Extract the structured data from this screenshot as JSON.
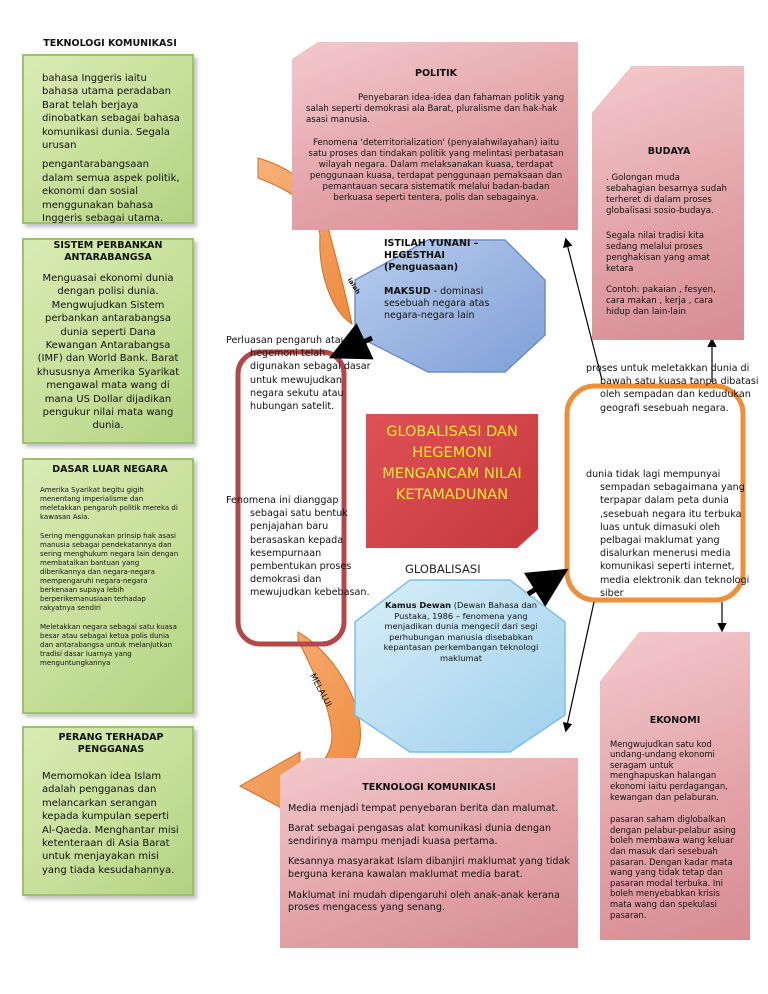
{
  "left": {
    "tech": {
      "title": "TEKNOLOGI KOMUNIKASI",
      "p1": "bahasa Inggeris iaitu bahasa utama peradaban Barat telah berjaya dinobatkan sebagai bahasa komunikasi dunia. Segala urusan",
      "p2": "pengantarabangsaan dalam semua aspek politik, ekonomi dan sosial menggunakan bahasa Inggeris sebagai utama."
    },
    "bank": {
      "title": "SISTEM PERBANKAN ANTARABANGSA",
      "body": "Menguasai ekonomi dunia dengan polisi dunia. Mengwujudkan Sistem perbankan antarabangsa dunia seperti Dana Kewangan Antarabangsa (IMF) dan World Bank. Barat khususnya Amerika Syarikat mengawal mata wang di mana US Dollar dijadikan pengukur nilai mata wang dunia."
    },
    "foreign": {
      "title": "DASAR LUAR NEGARA",
      "p1": "Amerika Syarikat begitu gigih menentang imperialisme dan meletakkan pengaruh politik mereka di kawasan Asia.",
      "p2": "Sering menggunakan prinsip hak asasi manusia sebagai pendekatannya dan sering menghukum negara lain dengan membatalkan bantuan yang diberikannya dan negara-negara mempengaruhi negara-negara berkenaan supaya lebih berperikemanusiaan terhadap rakyatnya sendiri",
      "p3": "Meletakkan negara sebagai satu kuasa besar atau sebagai ketua polis dunia dan antarabangsa untuk melanjutkan tradisi dasar luarnya yang menguntungkannya"
    },
    "war": {
      "title": "PERANG TERHADAP PENGGANAS",
      "body": "Memomokan idea Islam adalah pengganas dan melancarkan serangan kepada kumpulan seperti Al-Qaeda. Menghantar misi ketenteraan di Asia Barat untuk menjayakan misi yang tiada kesudahannya."
    }
  },
  "politik": {
    "title": "POLITIK",
    "p1": "Penyebaran idea-idea dan fahaman politik yang salah seperti demokrasi ala Barat, pluralisme dan hak-hak asasi manusia.",
    "p2": "Fenomena 'deterritorialization' (penyalahwilayahan) iaitu satu proses dan tindakan politik yang melintasi perbatasan wilayah negara. Dalam melaksanakan kuasa, terdapat penggunaan kuasa, terdapat penggunaan pemaksaan dan pemantauan secara sistematik melalui badan-badan berkuasa seperti tentera, polis dan sebagainya."
  },
  "budaya": {
    "title": "BUDAYA",
    "p1": ". Golongan muda sebahagian besarnya sudah terheret di dalam proses globalisasi sosio-budaya.",
    "p2": "Segala nilai tradisi kita sedang melalui proses penghakisan yang amat ketara",
    "p3": "Contoh: pakaian , fesyen, cara makan , kerja , cara hidup dan lain-lain"
  },
  "hegemoni": {
    "title": "ISTILAH YUNANI – HEGESTHAI",
    "subtitle": "(Penguasaan)",
    "maksud_label": "MAKSUD",
    "maksud": " - dominasi sesebuah negara atas negara-negara lain"
  },
  "center_title": "GLOBALISASI DAN HEGEMONI MENGANCAM NILAI KETAMADUNAN",
  "globalisasi": {
    "label": "GLOBALISASI",
    "source_bold": "Kamus Dewan",
    "source_rest": " (Dewan Bahasa dan Pustaka, 1986 – fenomena yang menjadikan dunia mengecil dari segi perhubungan manusia disebabkan kepantasan perkembangan teknologi maklumat"
  },
  "hegemoni_def": {
    "p1": "Perluasan pengaruh atau hegemoni telah digunakan sebagai dasar untuk mewujudkan negara sekutu atau hubungan satelit.",
    "p2": "Fenomena ini dianggap sebagai satu bentuk penjajahan baru berasaskan kepada kesempurnaan pembentukan proses demokrasi dan mewujudkan kebebasan."
  },
  "globalisasi_def": {
    "p1": "proses untuk meletakkan dunia di bawah satu kuasa tanpa dibatasi oleh sempadan dan kedudukan geografi sesebuah negara.",
    "p2": "dunia tidak lagi mempunyai sempadan sebagaimana yang terpapar dalam peta dunia ,sesebuah negara itu terbuka luas untuk dimasuki oleh pelbagai maklumat yang disalurkan menerusi media komunikasi seperti internet, media elektronik dan teknologi siber"
  },
  "arrows": {
    "top": "ialah",
    "bottom": "MELALUI"
  },
  "teknologi": {
    "title": "TEKNOLOGI KOMUNIKASI",
    "p1": "Media menjadi tempat penyebaran berita dan malumat.",
    "p2": "Barat sebagai pengasas alat komunikasi dunia dengan sendirinya mampu menjadi kuasa pertama.",
    "p3": "Kesannya masyarakat Islam dibanjiri maklumat yang tidak berguna kerana kawalan maklumat media barat.",
    "p4": "Maklumat ini mudah dipengaruhi oleh anak-anak kerana proses mengacess yang senang."
  },
  "ekonomi": {
    "title": "EKONOMI",
    "p1": "Mengwujudkan satu kod undang-undang ekonomi seragam untuk menghapuskan halangan ekonomi iaitu perdagangan, kewangan dan pelaburan.",
    "p2": "pasaran saham diglobalkan dengan pelabur-pelabur asing boleh membawa wang keluar dan masuk dari sesebuah pasaran. Dengan kadar mata wang yang tidak tetap dan pasaran modal terbuka. Ini boleh menyebabkan krisis mata wang dan spekulasi pasaran."
  }
}
